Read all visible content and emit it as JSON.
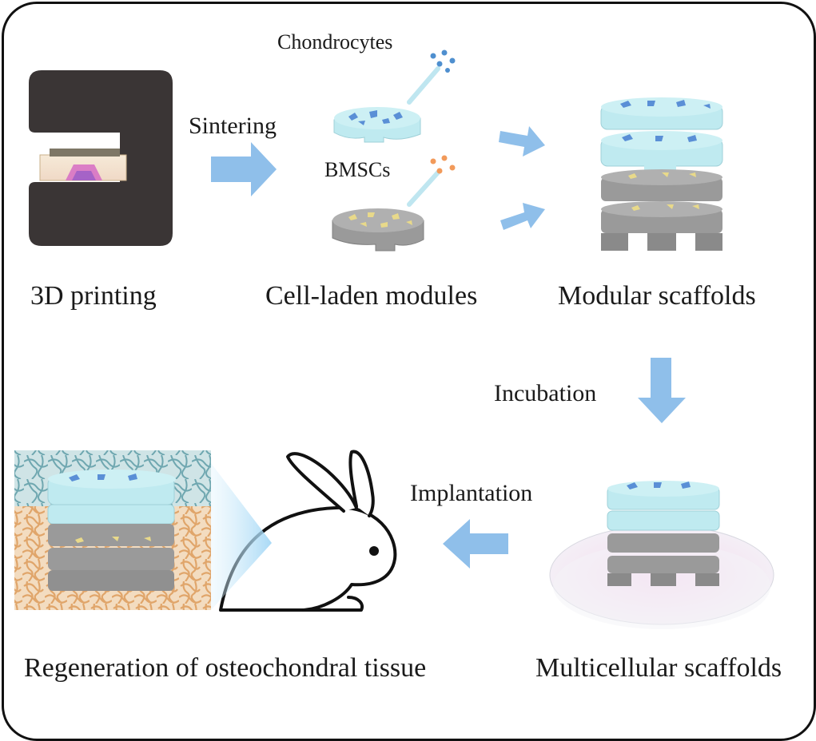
{
  "labels": {
    "printing": "3D printing",
    "sintering": "Sintering",
    "chondrocytes": "Chondrocytes",
    "bmscs": "BMSCs",
    "cell_laden": "Cell-laden modules",
    "modular": "Modular scaffolds",
    "incubation": "Incubation",
    "implantation": "Implantation",
    "regeneration": "Regeneration of osteochondral tissue",
    "multicellular": "Multicellular scaffolds"
  },
  "colors": {
    "arrow": "#8fbfea",
    "cartilage": "#bfeaf0",
    "cartilage_cells": "#5a8fd6",
    "bone": "#9a9a9a",
    "bone_cells": "#e8d98a",
    "printer": "#3a3535"
  },
  "icons": {
    "printer": "3d-printer-icon",
    "pipette": "pipette-icon",
    "rabbit": "rabbit-icon",
    "dish": "culture-dish-icon"
  }
}
